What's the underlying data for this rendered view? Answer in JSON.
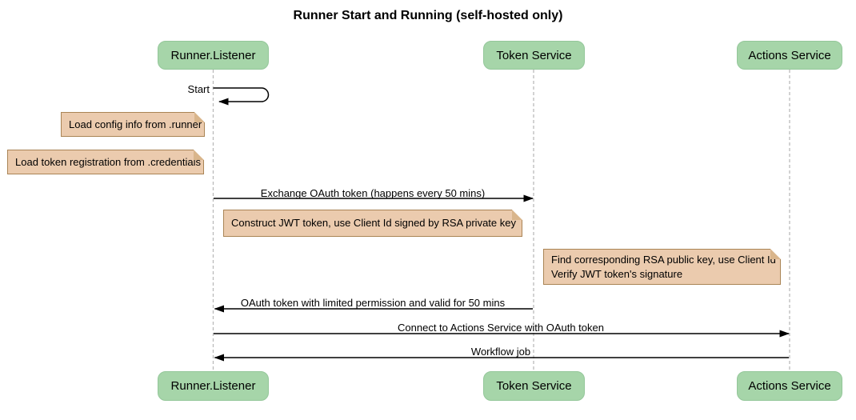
{
  "title": "Runner Start and Running (self-hosted only)",
  "participants": [
    {
      "label": "Runner.Listener"
    },
    {
      "label": "Token Service"
    },
    {
      "label": "Actions Service"
    }
  ],
  "messages": {
    "start": "Start",
    "exchange": "Exchange OAuth token (happens every 50 mins)",
    "oauth_return": "OAuth token with limited permission and valid for 50 mins",
    "connect": "Connect to Actions Service with OAuth token",
    "workflow": "Workflow job"
  },
  "notes": {
    "load_config": "Load config info from .runner",
    "load_token": "Load token registration from .credentials",
    "construct_jwt": "Construct JWT token, use Client Id signed by RSA private key",
    "verify_jwt": "Find corresponding RSA public key, use Client Id\nVerify JWT token's signature"
  },
  "colors": {
    "background": "#FFFFFF",
    "text": "#000000",
    "participant_fill": "#A6D5A9",
    "participant_border": "#94C79A",
    "note_fill": "#EBCBAE",
    "note_border": "#AA8455",
    "note_fold": "#D9B58B",
    "lifeline": "#BBBBBB",
    "arrow": "#000000"
  }
}
